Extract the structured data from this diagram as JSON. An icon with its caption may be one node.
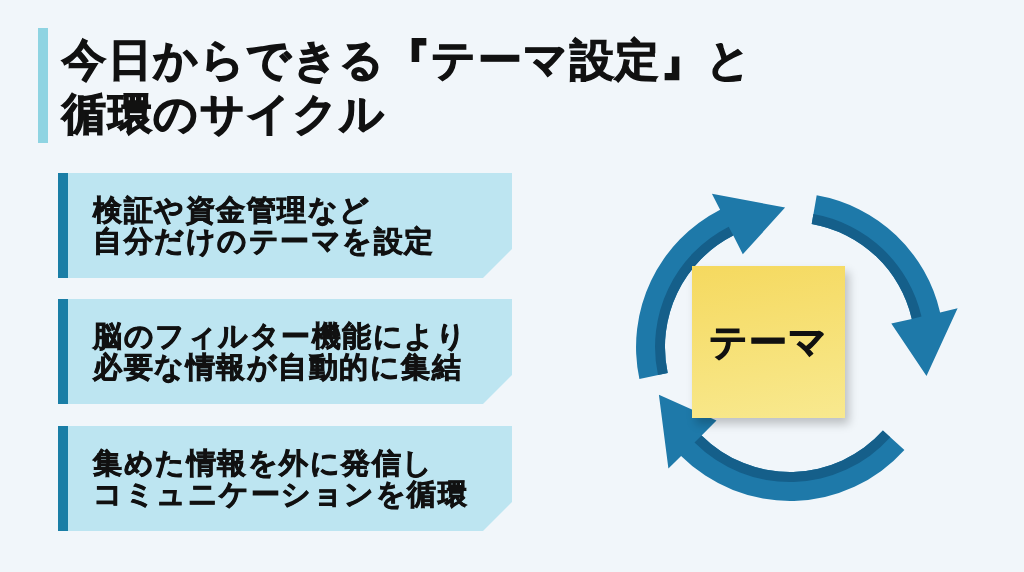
{
  "diagram": {
    "title": "今日からできる『テーマ設定』と循環のサイクル",
    "nodes": [
      {
        "text": [
          "検証や資金管理など自分だけのテーマを設定"
        ]
      },
      {
        "text": [
          "脳のフィルター機能により必要な情報が自動的に集結"
        ]
      },
      {
        "text": [
          "集めた情報を外に発信しコミュニケーションを循環"
        ]
      },
      {
        "text": [
          "テーマ"
        ]
      }
    ]
  }
}
